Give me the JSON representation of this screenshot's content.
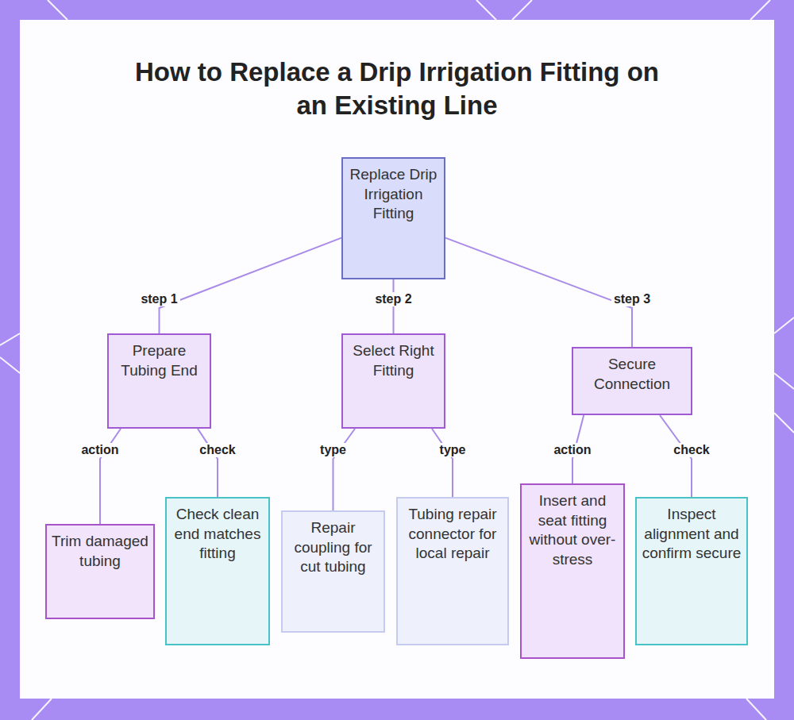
{
  "diagram": {
    "title": "How to Replace a Drip Irrigation Fitting on an Existing Line",
    "nodes": [
      {
        "text": [
          "Replace Drip Irrigation Fitting"
        ]
      },
      {
        "text": [
          "Prepare Tubing End"
        ]
      },
      {
        "text": [
          "Select Right Fitting"
        ]
      },
      {
        "text": [
          "Secure Connection"
        ]
      },
      {
        "text": [
          "Trim damaged tubing"
        ]
      },
      {
        "text": [
          "Check clean end matches fitting"
        ]
      },
      {
        "text": [
          "Repair coupling for cut tubing"
        ]
      },
      {
        "text": [
          "Tubing repair connector for local repair"
        ]
      },
      {
        "text": [
          "Insert and seat fitting without over-stress"
        ]
      },
      {
        "text": [
          "Inspect alignment and confirm secure"
        ]
      }
    ],
    "edges": [
      {
        "from": 0,
        "to": 1,
        "label": "step 1",
        "arrow": "none"
      },
      {
        "from": 0,
        "to": 2,
        "label": "step 2",
        "arrow": "none"
      },
      {
        "from": 0,
        "to": 3,
        "label": "step 3",
        "arrow": "none"
      },
      {
        "from": 1,
        "to": 4,
        "label": "action",
        "arrow": "none"
      },
      {
        "from": 1,
        "to": 5,
        "label": "check",
        "arrow": "none"
      },
      {
        "from": 2,
        "to": 6,
        "label": "type",
        "arrow": "none"
      },
      {
        "from": 2,
        "to": 7,
        "label": "type",
        "arrow": "none"
      },
      {
        "from": 3,
        "to": 8,
        "label": "action",
        "arrow": "none"
      },
      {
        "from": 3,
        "to": 9,
        "label": "check",
        "arrow": "none"
      }
    ]
  }
}
